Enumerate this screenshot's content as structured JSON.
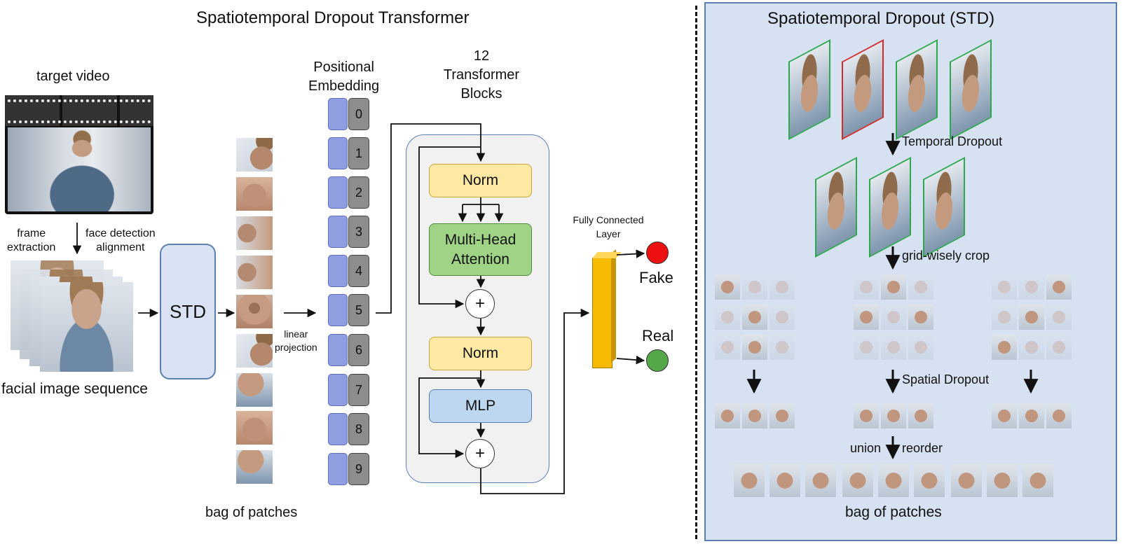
{
  "left_title": "Spatiotemporal Dropout Transformer",
  "right_title": "Spatiotemporal Dropout (STD)",
  "target_video_label": "target video",
  "frame_extraction_label": "frame\nextraction",
  "face_detection_label": "face detection\nalignment",
  "facial_sequence_label": "facial image sequence",
  "std_block_label": "STD",
  "bag_of_patches_label": "bag of patches",
  "linear_projection_label": "linear\nprojection",
  "positional_embedding_label": "Positional\nEmbedding",
  "positional_indices": [
    "0",
    "1",
    "2",
    "3",
    "4",
    "5",
    "6",
    "7",
    "8",
    "9"
  ],
  "transformer_label": "12\nTransformer\nBlocks",
  "norm_label": "Norm",
  "mha_label": "Multi-Head\nAttention",
  "plus_symbol": "+",
  "mlp_label": "MLP",
  "fc_label": "Fully Connected\nLayer",
  "fake_label": "Fake",
  "real_label": "Real",
  "temporal_dropout_label": "Temporal Dropout",
  "grid_crop_label": "grid-wisely crop",
  "spatial_dropout_label": "Spatial Dropout",
  "union_label": "union",
  "reorder_label": "reorder",
  "std_bag_label": "bag of patches",
  "colors": {
    "std_panel_bg": "#d6e1f1",
    "norm": "#fde9a4",
    "mha": "#9fd487",
    "mlp": "#bcd7ef",
    "fake": "#ee1111",
    "real": "#55a84a",
    "fc": "#f7bb05",
    "kept_frame_border": "#2ea84f",
    "dropped_frame_border": "#d42a2a"
  }
}
